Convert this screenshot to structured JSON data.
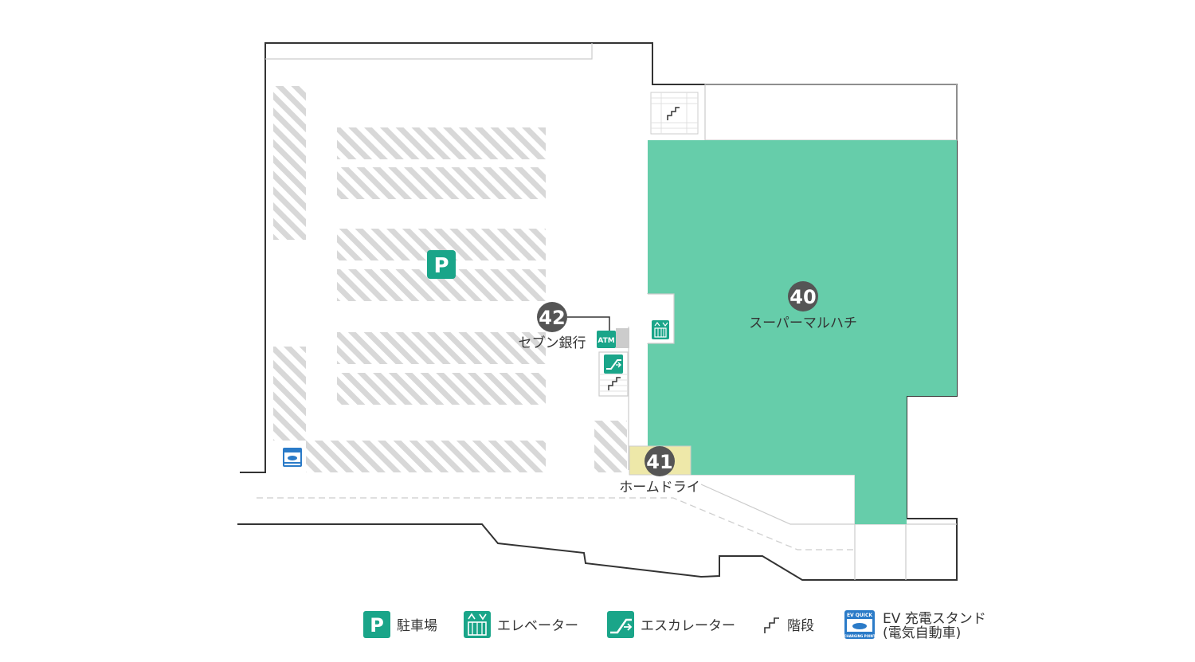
{
  "colors": {
    "supermarket": "#66cdaa",
    "icon_green": "#1aa589",
    "marker": "#555555",
    "ev_blue": "#2b7bc8",
    "tenant_yellow": "#eee8a9",
    "atm_gray": "#cccccc",
    "hatch": "#d8d8d8",
    "wall": "#333333"
  },
  "icons": {
    "parking": "P",
    "atm": "ATM",
    "ev_line1": "EV QUICK",
    "ev_line2": "CHARGING POINT"
  },
  "stores": [
    {
      "number": "40",
      "name": "スーパーマルハチ"
    },
    {
      "number": "41",
      "name": "ホームドライ"
    },
    {
      "number": "42",
      "name": "セブン銀行"
    }
  ],
  "legend": {
    "parking": "駐車場",
    "elevator": "エレベーター",
    "escalator": "エスカレーター",
    "stairs": "階段",
    "ev_line1": "EV 充電スタンド",
    "ev_line2": "(電気自動車)"
  }
}
